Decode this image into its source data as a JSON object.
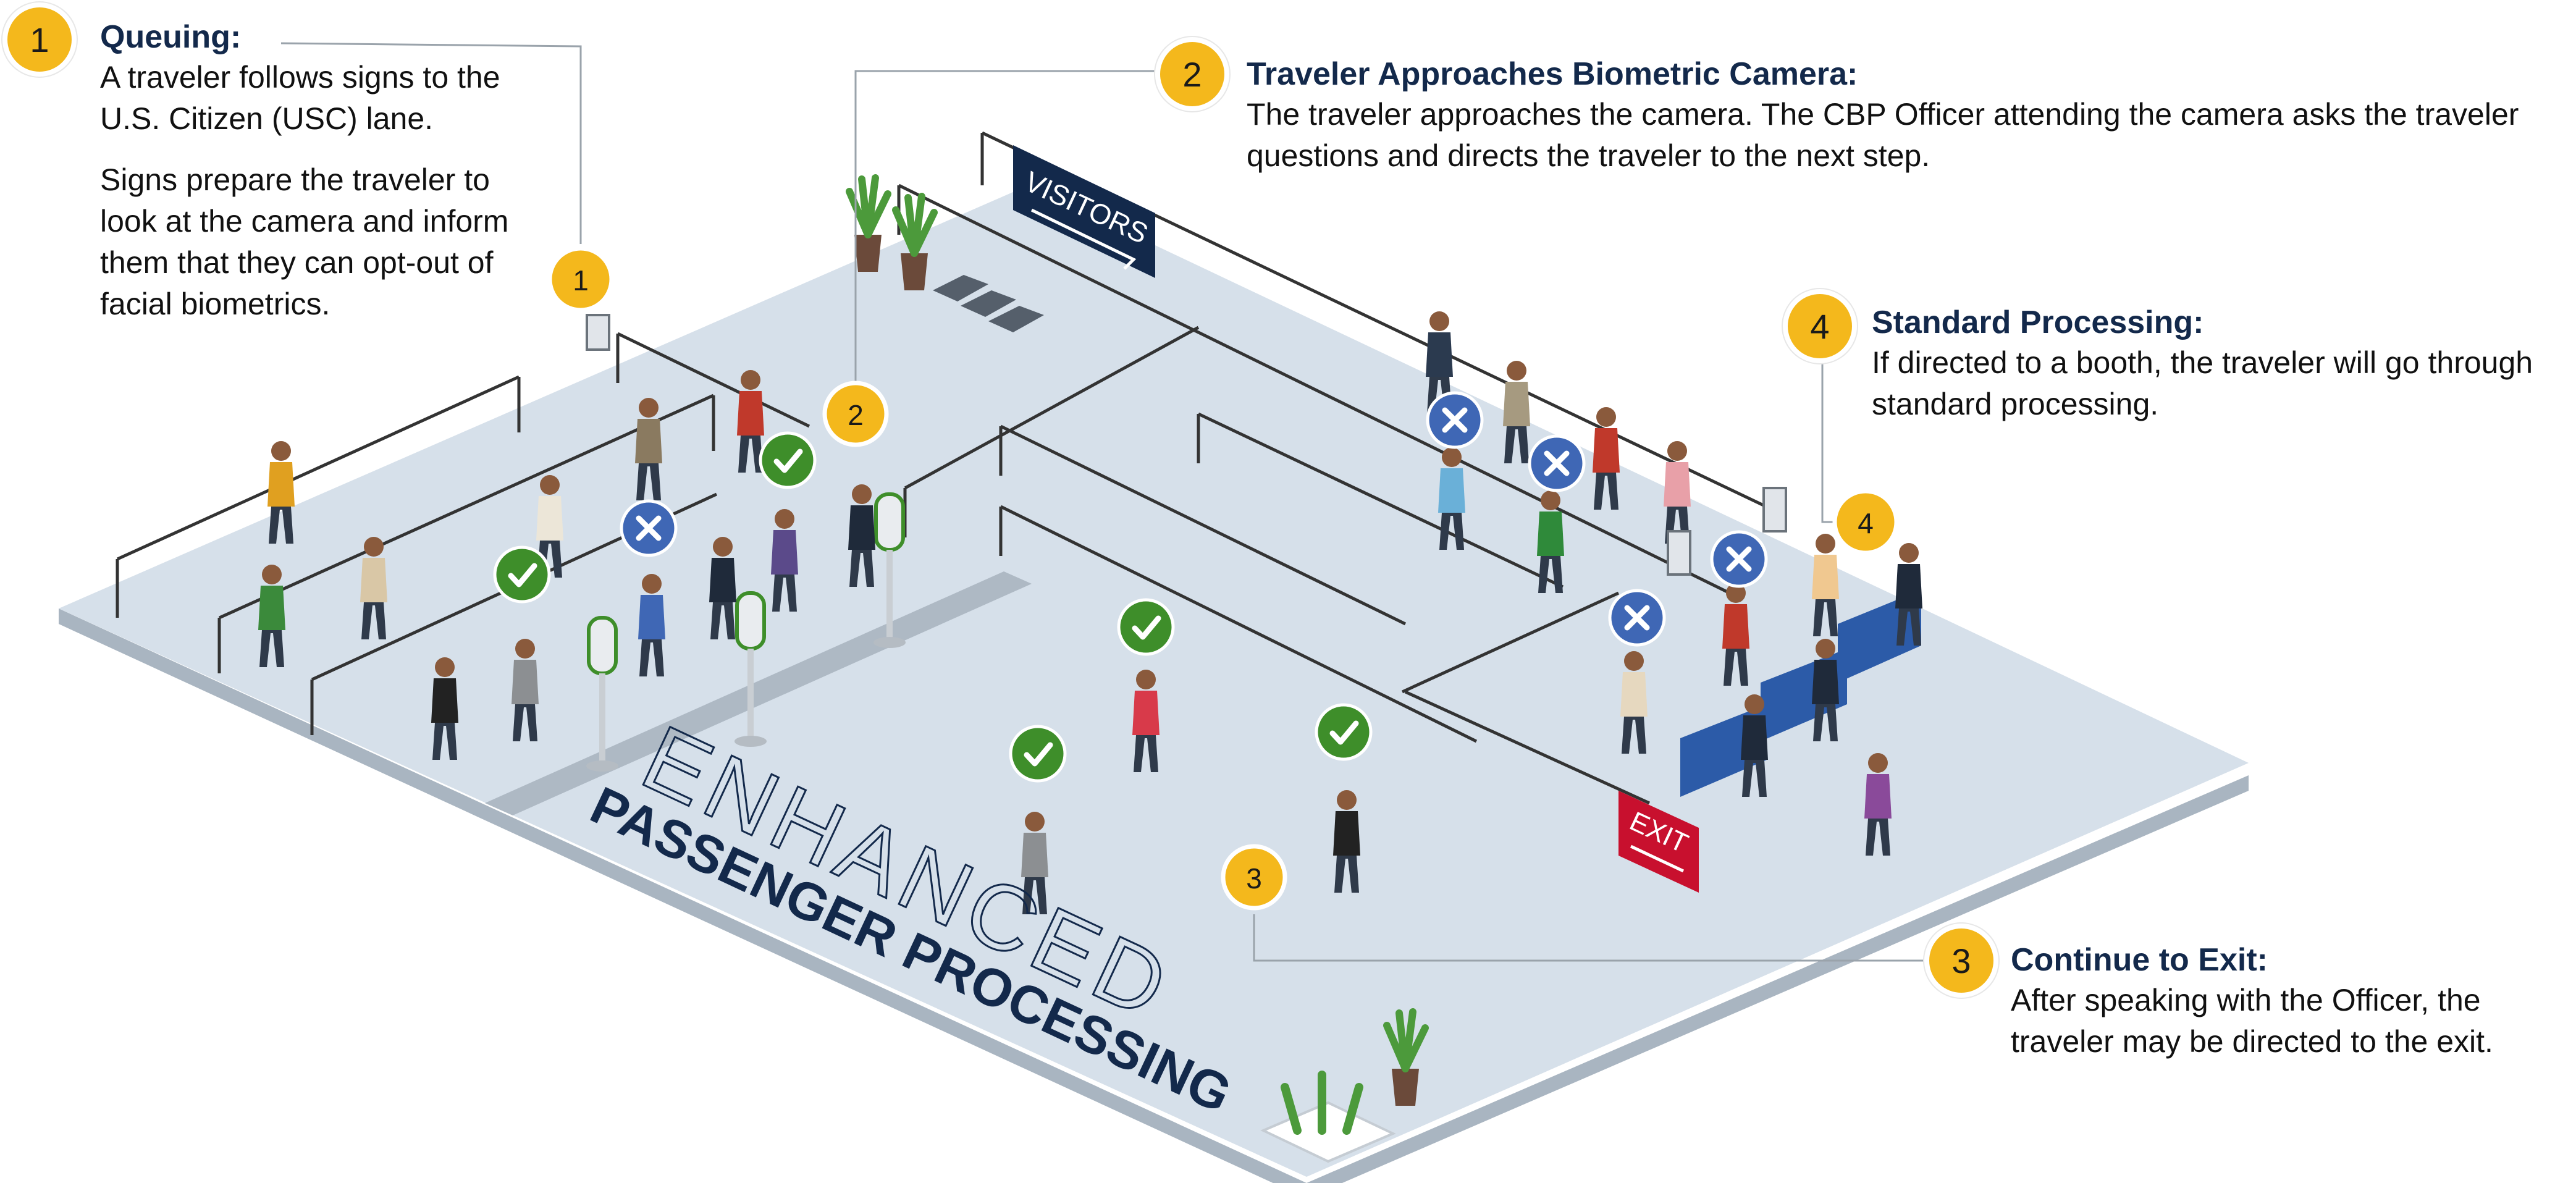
{
  "colors": {
    "accent_yellow": "#F4B81C",
    "navy": "#13294B",
    "floor": "#D6E0EA",
    "floor_edge": "#A9B5C1",
    "stripe": "#AEB9C4",
    "barrier": "#333333",
    "check_green": "#3E8E2A",
    "cross_blue": "#3F67B5",
    "exit_red": "#C8102E"
  },
  "callouts": [
    {
      "number": "1",
      "title": "Queuing:",
      "body": "A traveler follows signs to the U.S. Citizen (USC) lane.",
      "body2": "Signs prepare the traveler to look at the camera and inform them that they can opt-out of facial biometrics."
    },
    {
      "number": "2",
      "title": "Traveler Approaches Biometric Camera:",
      "body": "The traveler approaches the camera. The CBP Officer attending the camera asks the traveler questions and directs the traveler to the next step."
    },
    {
      "number": "3",
      "title": "Continue to Exit:",
      "body": "After speaking with the Officer, the traveler may be directed to the exit."
    },
    {
      "number": "4",
      "title": "Standard Processing:",
      "body": "If directed to a booth, the traveler will go through standard processing."
    }
  ],
  "markers": [
    {
      "number": "1"
    },
    {
      "number": "2"
    },
    {
      "number": "3"
    },
    {
      "number": "4"
    }
  ],
  "signs": {
    "visitors": "VISITORS",
    "exit": "EXIT"
  },
  "floor_text": {
    "line1": "ENHANCED",
    "line2": "PASSENGER PROCESSING"
  }
}
